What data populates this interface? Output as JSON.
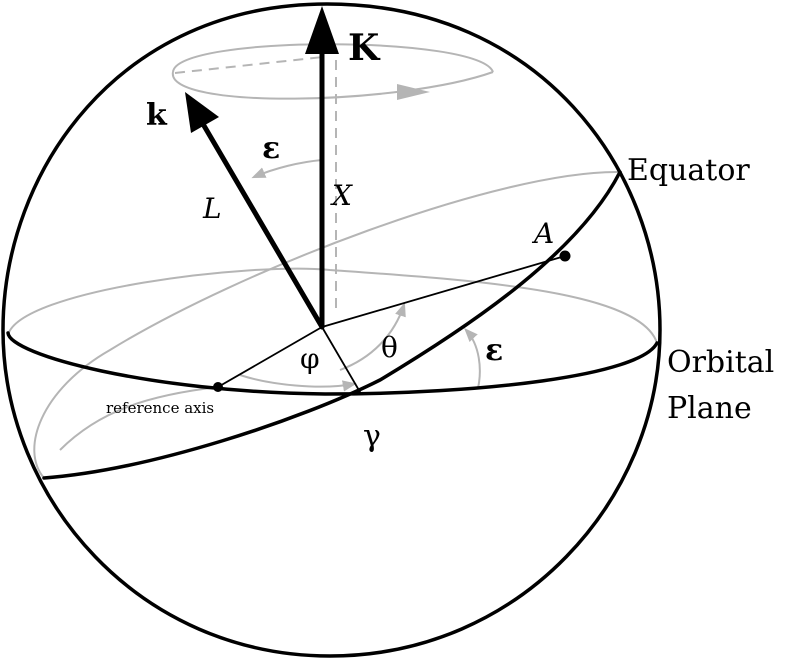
{
  "labels": {
    "K": "K",
    "k": "k",
    "epsilon_top": "ε",
    "epsilon_right": "ε",
    "L": "L",
    "X": "X",
    "A": "A",
    "equator": "Equator",
    "orbital_line1": "Orbital",
    "orbital_line2": "Plane",
    "phi": "φ",
    "theta": "θ",
    "gamma": "γ",
    "reference_axis": "reference axis"
  },
  "colors": {
    "ink": "#000000",
    "guide": "#b5b5b5"
  }
}
